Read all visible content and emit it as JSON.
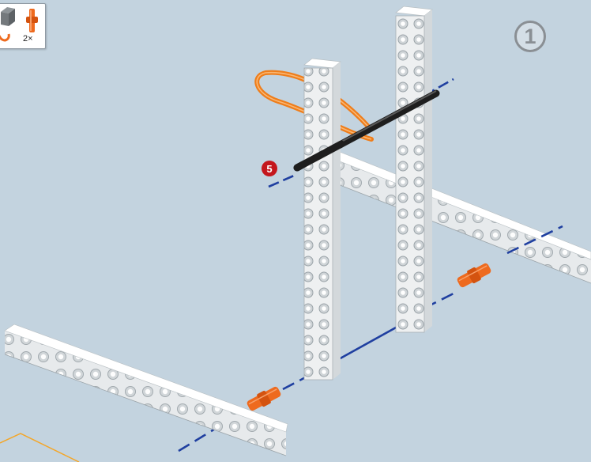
{
  "parts_box": {
    "items": [
      {
        "icon": "gray-cube-icon"
      },
      {
        "icon": "orange-connector-peg-icon",
        "quantity": "2×"
      }
    ]
  },
  "step": {
    "number": "1"
  },
  "callout": {
    "number": "5"
  },
  "colors": {
    "background": "#c3d3df",
    "beam_white": "#f2f4f5",
    "axis_line": "#1f3fa0",
    "connector_orange": "#ee6a1e",
    "rubber_band_orange": "#ef7d1a",
    "axle_black": "#1e1e1e",
    "callout_red": "#c4161c",
    "step_gray": "#8a8f94"
  }
}
